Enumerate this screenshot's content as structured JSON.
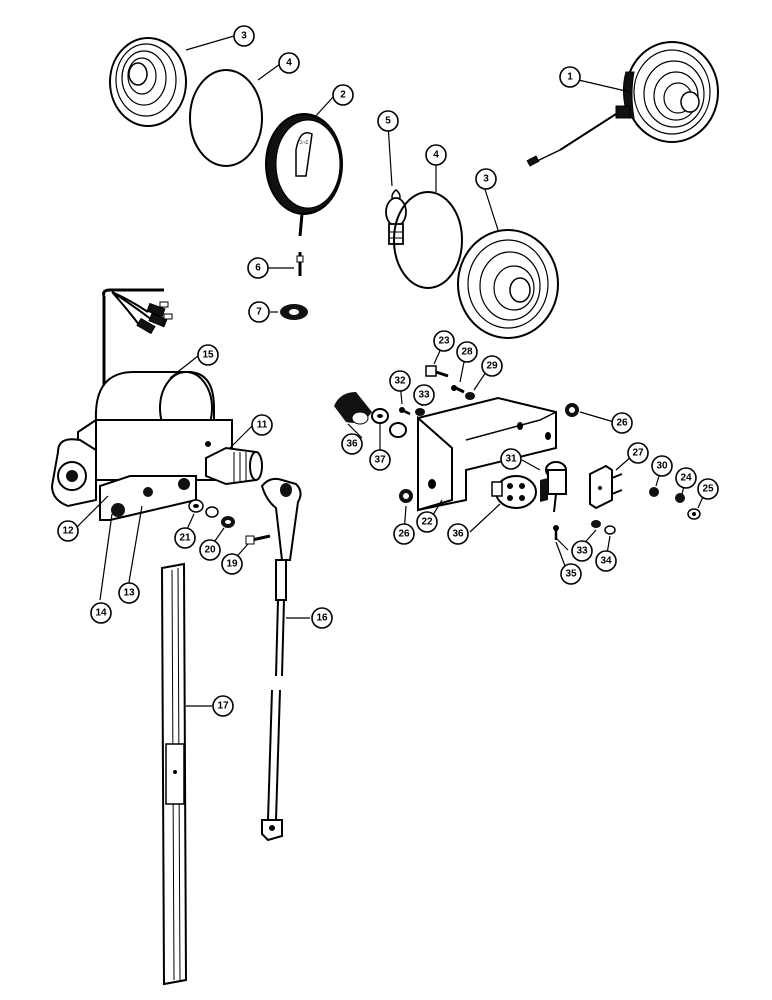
{
  "callouts": [
    {
      "id": "c1",
      "label": "1"
    },
    {
      "id": "c2",
      "label": "2"
    },
    {
      "id": "c3a",
      "label": "3"
    },
    {
      "id": "c3b",
      "label": "3"
    },
    {
      "id": "c4a",
      "label": "4"
    },
    {
      "id": "c4b",
      "label": "4"
    },
    {
      "id": "c5",
      "label": "5"
    },
    {
      "id": "c6",
      "label": "6"
    },
    {
      "id": "c7",
      "label": "7"
    },
    {
      "id": "c11",
      "label": "11"
    },
    {
      "id": "c12",
      "label": "12"
    },
    {
      "id": "c13",
      "label": "13"
    },
    {
      "id": "c14",
      "label": "14"
    },
    {
      "id": "c15",
      "label": "15"
    },
    {
      "id": "c16",
      "label": "16"
    },
    {
      "id": "c17",
      "label": "17"
    },
    {
      "id": "c19",
      "label": "19"
    },
    {
      "id": "c20",
      "label": "20"
    },
    {
      "id": "c21",
      "label": "21"
    },
    {
      "id": "c22",
      "label": "22"
    },
    {
      "id": "c23",
      "label": "23"
    },
    {
      "id": "c24",
      "label": "24"
    },
    {
      "id": "c25",
      "label": "25"
    },
    {
      "id": "c26a",
      "label": "26"
    },
    {
      "id": "c26b",
      "label": "26"
    },
    {
      "id": "c27",
      "label": "27"
    },
    {
      "id": "c28",
      "label": "28"
    },
    {
      "id": "c29",
      "label": "29"
    },
    {
      "id": "c30",
      "label": "30"
    },
    {
      "id": "c31",
      "label": "31"
    },
    {
      "id": "c32",
      "label": "32"
    },
    {
      "id": "c33a",
      "label": "33"
    },
    {
      "id": "c33b",
      "label": "33"
    },
    {
      "id": "c34",
      "label": "34"
    },
    {
      "id": "c35",
      "label": "35"
    },
    {
      "id": "c36a",
      "label": "36"
    },
    {
      "id": "c36b",
      "label": "36"
    },
    {
      "id": "c37",
      "label": "37"
    }
  ]
}
